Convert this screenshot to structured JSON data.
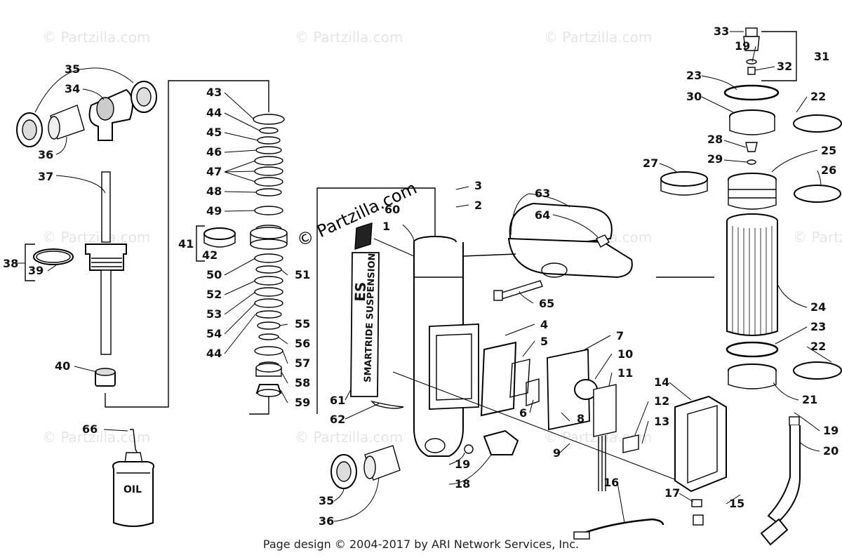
{
  "watermark": "© Partzilla.com",
  "overlay_watermark": "© Partzilla.com",
  "footer": "Page design © 2004-2017 by ARI Network Services, Inc.",
  "oil_label": "OIL",
  "logo_text": "SMARTRIDE SUSPENSION",
  "logo_badge": "ES",
  "callouts": [
    "1",
    "2",
    "3",
    "4",
    "5",
    "6",
    "7",
    "8",
    "9",
    "10",
    "11",
    "12",
    "13",
    "14",
    "15",
    "16",
    "17",
    "18",
    "19",
    "19",
    "19",
    "20",
    "21",
    "22",
    "22",
    "23",
    "23",
    "24",
    "25",
    "26",
    "27",
    "28",
    "29",
    "30",
    "31",
    "32",
    "33",
    "34",
    "35",
    "35",
    "36",
    "36",
    "37",
    "38",
    "39",
    "40",
    "41",
    "42",
    "43",
    "44",
    "44",
    "45",
    "46",
    "47",
    "48",
    "49",
    "50",
    "51",
    "52",
    "53",
    "54",
    "55",
    "56",
    "57",
    "58",
    "59",
    "60",
    "61",
    "62",
    "63",
    "64",
    "65",
    "66"
  ]
}
